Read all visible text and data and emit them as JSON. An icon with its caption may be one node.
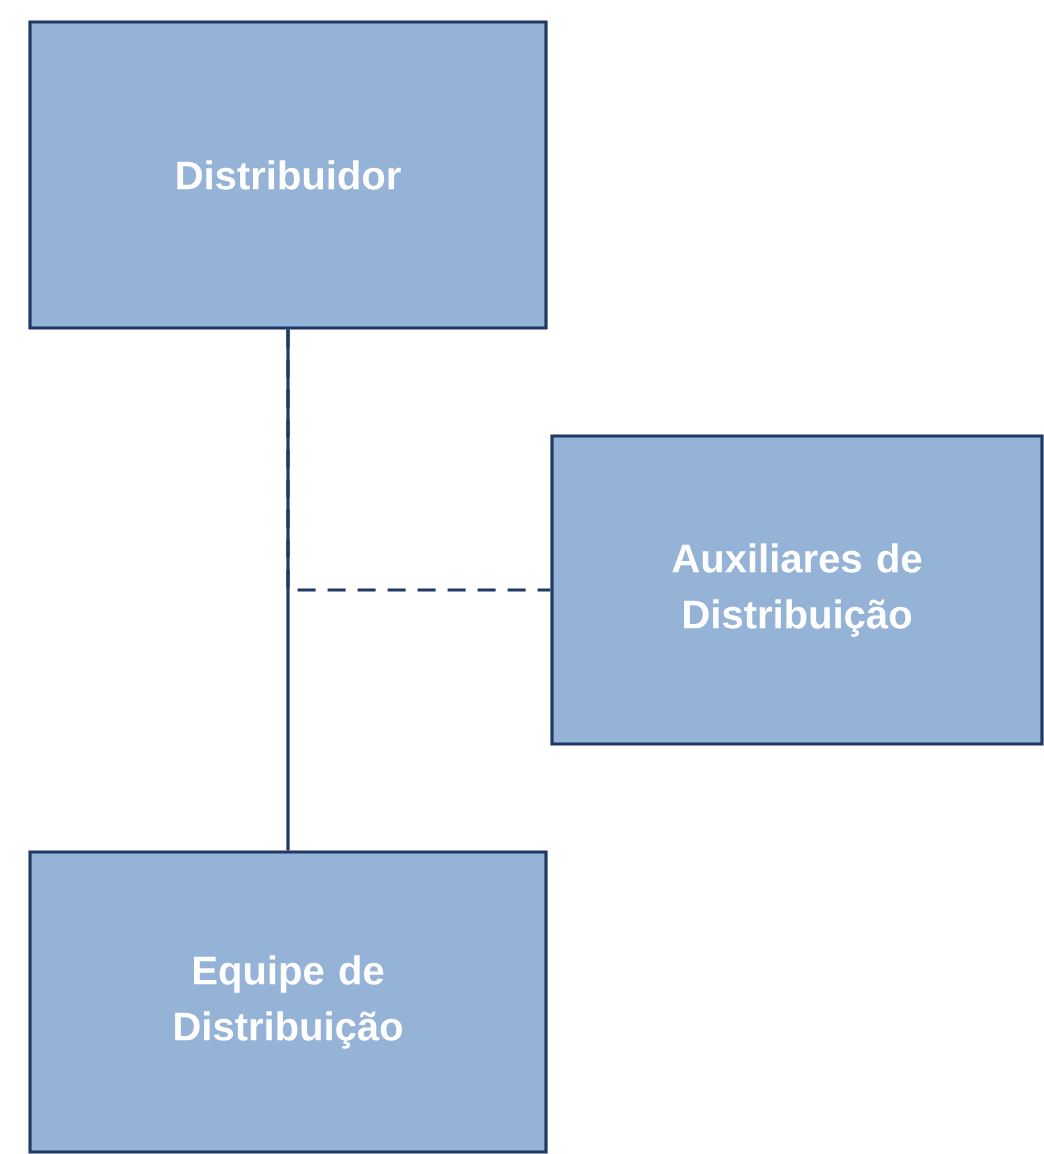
{
  "diagram": {
    "nodes": [
      {
        "text": [
          "Distribuidor"
        ]
      },
      {
        "text": [
          "Auxiliares de Distribuição"
        ]
      },
      {
        "text": [
          "Equipe de Distribuição"
        ]
      }
    ],
    "edges": [
      {
        "from": 0,
        "to": 2,
        "arrow": "none"
      },
      {
        "from": 0,
        "to": 1,
        "arrow": "none",
        "style": "dashed"
      }
    ]
  }
}
